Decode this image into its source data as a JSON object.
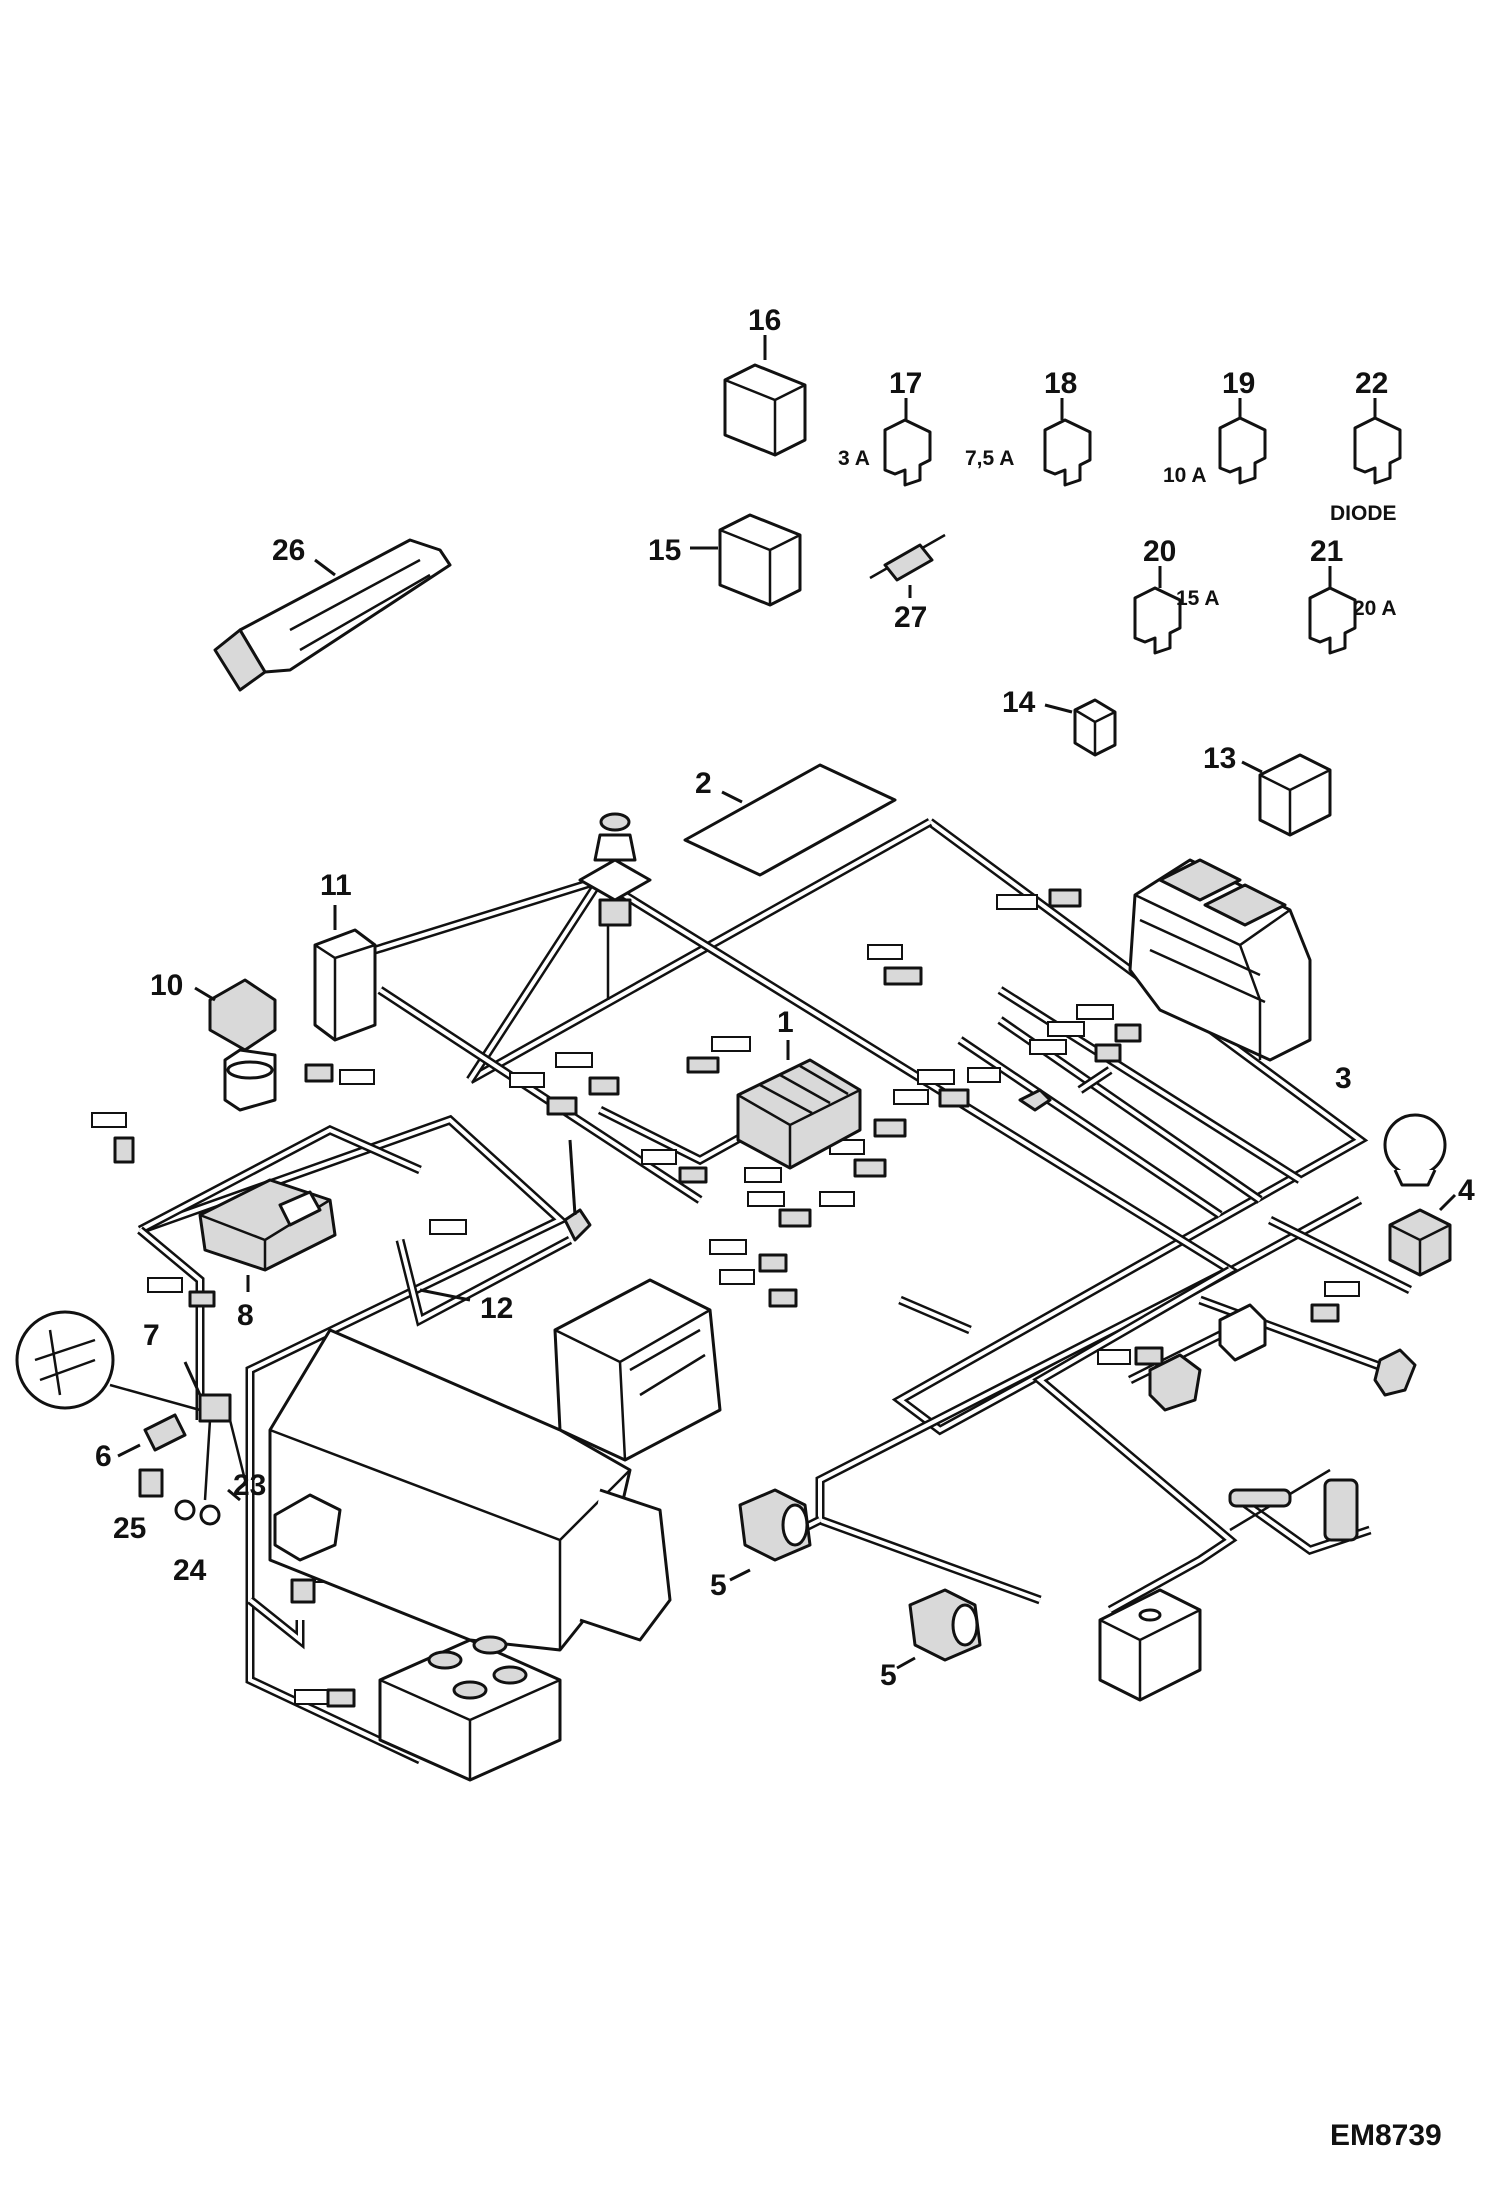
{
  "drawing_code": "EM8739",
  "callouts": {
    "c1": "1",
    "c2": "2",
    "c3": "3",
    "c4": "4",
    "c5a": "5",
    "c5b": "5",
    "c6": "6",
    "c7": "7",
    "c8": "8",
    "c10": "10",
    "c11": "11",
    "c12": "12",
    "c13": "13",
    "c14": "14",
    "c15": "15",
    "c16": "16",
    "c17": "17",
    "c18": "18",
    "c19": "19",
    "c20": "20",
    "c21": "21",
    "c22": "22",
    "c23": "23",
    "c24": "24",
    "c25": "25",
    "c26": "26",
    "c27": "27"
  },
  "fuse_ratings": {
    "f17": "3 A",
    "f18": "7,5 A",
    "f19": "10 A",
    "f20": "15 A",
    "f21": "20 A",
    "f22": "DIODE"
  }
}
